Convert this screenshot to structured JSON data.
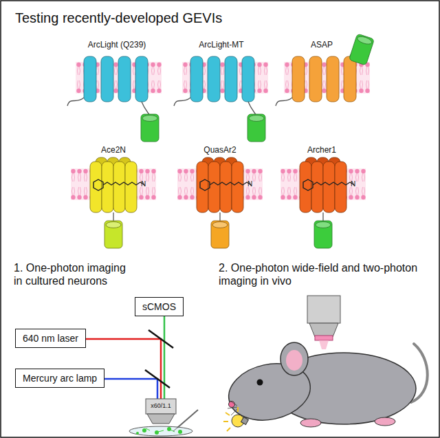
{
  "diagram": {
    "title": "Testing recently-developed GEVIs",
    "nodes": [
      {
        "text": [
          "sCMOS"
        ]
      },
      {
        "text": [
          "640 nm laser"
        ]
      },
      {
        "text": [
          "Mercury arc lamp"
        ]
      }
    ],
    "labels": [
      "ArcLight (Q239)",
      "ArcLight-MT",
      "ASAP",
      "Ace2N",
      "QuasAr2",
      "Archer1",
      "1. One-photon imaging in cultured neurons",
      "2. One-photon wide-field and two-photon imaging in vivo",
      "x60/1.1",
      "N",
      "N",
      "N"
    ]
  }
}
